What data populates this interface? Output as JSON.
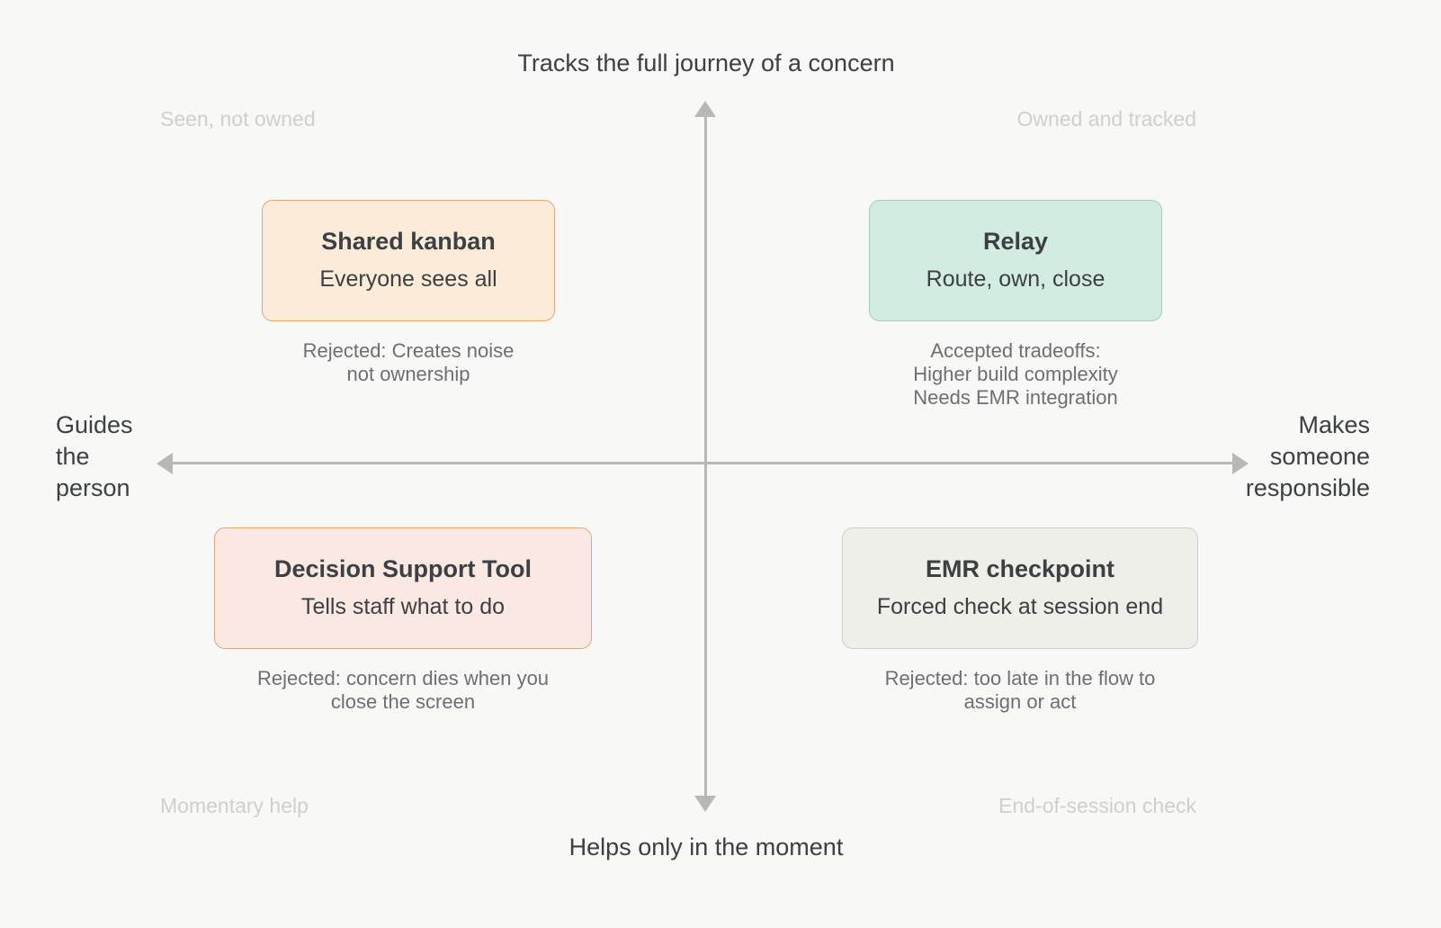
{
  "axes": {
    "top_label": "Tracks the full journey of a concern",
    "bottom_label": "Helps only in the moment",
    "left_label": "Guides\nthe\nperson",
    "right_label": "Makes\nsomeone\nresponsible"
  },
  "quadrant_labels": {
    "top_left": "Seen, not owned",
    "top_right": "Owned and tracked",
    "bottom_left": "Momentary help",
    "bottom_right": "End-of-session check"
  },
  "options": [
    {
      "id": "shared-kanban",
      "title": "Shared kanban",
      "subtitle": "Everyone sees all",
      "note": "Rejected: Creates noise\nnot ownership",
      "quadrant": "top-left",
      "fill": "#faecd8",
      "border": "#e0a878",
      "status": "rejected"
    },
    {
      "id": "relay",
      "title": "Relay",
      "subtitle": "Route, own, close",
      "note": "Accepted tradeoffs:\nHigher build complexity\nNeeds EMR integration",
      "quadrant": "top-right",
      "fill": "#d2ece2",
      "border": "#9ed0bd",
      "status": "accepted"
    },
    {
      "id": "decision-support-tool",
      "title": "Decision Support Tool",
      "subtitle": "Tells staff what to do",
      "note": "Rejected: concern dies when you\nclose the screen",
      "quadrant": "bottom-left",
      "fill": "#fae9e2",
      "border": "#e0a878",
      "status": "rejected"
    },
    {
      "id": "emr-checkpoint",
      "title": "EMR checkpoint",
      "subtitle": "Forced check at session end",
      "note": "Rejected: too late in the flow to\nassign or act",
      "quadrant": "bottom-right",
      "fill": "#efefe9",
      "border": "#cfcfc9",
      "status": "rejected"
    }
  ],
  "colors": {
    "background": "#f8f8f7",
    "axis": "#b8b8b5",
    "text_primary": "#3c4043",
    "text_note": "#6d6f72",
    "text_muted": "#cfcfcd"
  }
}
